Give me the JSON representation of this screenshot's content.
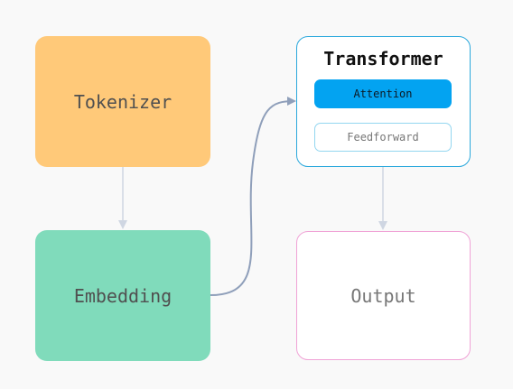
{
  "nodes": {
    "tokenizer": {
      "label": "Tokenizer"
    },
    "embedding": {
      "label": "Embedding"
    },
    "transformer": {
      "label": "Transformer",
      "sublayers": [
        {
          "label": "Attention"
        },
        {
          "label": "Feedforward"
        }
      ]
    },
    "output": {
      "label": "Output"
    }
  },
  "edges": [
    {
      "from": "tokenizer",
      "to": "embedding"
    },
    {
      "from": "embedding",
      "to": "transformer"
    },
    {
      "from": "transformer",
      "to": "output"
    }
  ],
  "colors": {
    "tokenizer_fill": "#ffc979",
    "embedding_fill": "#80dbbb",
    "transformer_border": "#2aa8dc",
    "attention_fill": "#03a3f1",
    "feedforward_border": "#93d6f0",
    "output_border": "#f0a3d6",
    "edge_color": "#8f9fba",
    "edge_light": "#cfd6e2"
  }
}
